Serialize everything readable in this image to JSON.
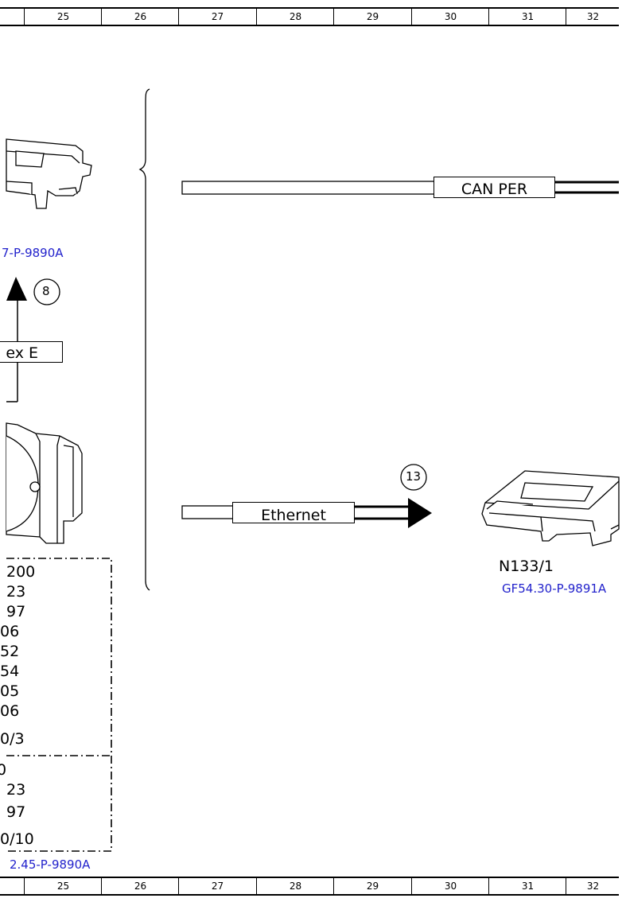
{
  "ruler": {
    "columns": [
      "25",
      "26",
      "27",
      "28",
      "29",
      "30",
      "31",
      "32"
    ]
  },
  "labels": {
    "can_bus": "CAN PER",
    "ethernet": "Ethernet",
    "flex_partial": "ex E",
    "component_n133_1": "N133/1",
    "ref_n133_1": "GF54.30-P-9891A",
    "ref_top_left": "7-P-9890A",
    "ref_bottom_left": "2.45-P-9890A"
  },
  "callouts": {
    "arrow_up": "8",
    "arrow_right": "13"
  },
  "left_box_top": [
    "200",
    "23",
    "97",
    "06",
    "52",
    "54",
    "05",
    "06",
    "0/3"
  ],
  "left_box_bottom": [
    "0",
    "23",
    "97",
    "0/10"
  ],
  "icons": [
    "control-unit-icon",
    "connector-icon",
    "gearbox-icon",
    "bracket-icon"
  ]
}
